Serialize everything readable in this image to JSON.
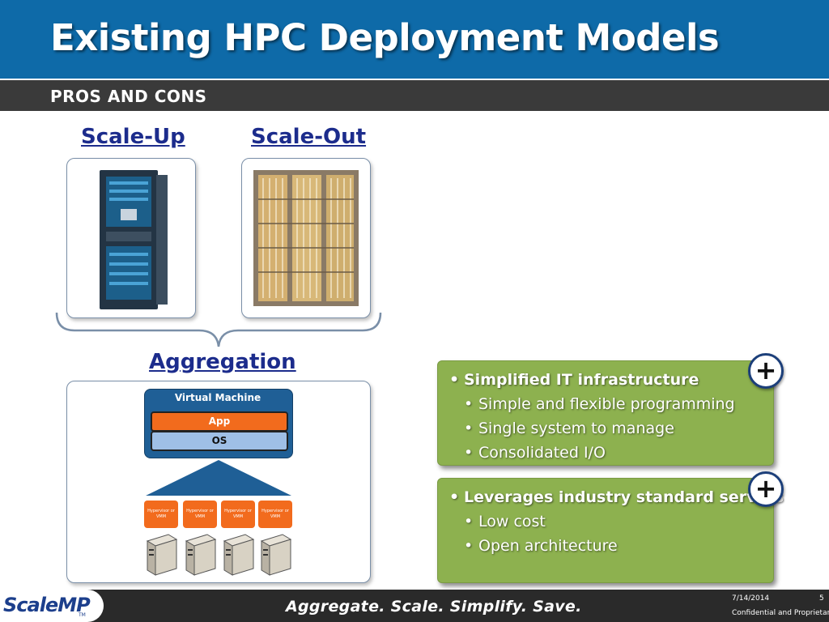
{
  "header": {
    "title": "Existing HPC Deployment Models",
    "subtitle": "PROS AND CONS"
  },
  "diagram": {
    "scale_up_label": "Scale-Up",
    "scale_out_label": "Scale-Out",
    "aggregation_label": "Aggregation",
    "vm": {
      "title": "Virtual Machine",
      "app_label": "App",
      "os_label": "OS"
    },
    "hypervisors": [
      "Hypervisor or VMM",
      "Hypervisor or VMM",
      "Hypervisor or VMM",
      "Hypervisor or VMM"
    ]
  },
  "pros": [
    {
      "badge": "+",
      "heading": "Simplified IT infrastructure",
      "items": [
        "Simple and flexible programming",
        "Single system to manage",
        "Consolidated I/O"
      ]
    },
    {
      "badge": "+",
      "heading": "Leverages industry standard servers",
      "items": [
        "Low cost",
        "Open architecture"
      ]
    }
  ],
  "footer": {
    "logo": "ScaleMP",
    "logo_tm": "TM",
    "tagline": "Aggregate.  Scale.  Simplify.  Save.",
    "date": "7/14/2014",
    "page": "5",
    "confidential": "Confidential and Proprietary"
  },
  "colors": {
    "title_bar": "#0e6aa8",
    "subtitle_bar": "#3a3a3a",
    "label_blue": "#1c2c8c",
    "pro_box_green": "#8db14f",
    "hypervisor_orange": "#f26b1d",
    "vm_frame_blue": "#1f5f96",
    "os_layer_blue": "#9fbfe6"
  },
  "icons": [
    "brace-icon",
    "server-rack-image",
    "cable-rack-image",
    "server-icon",
    "plus-icon"
  ]
}
